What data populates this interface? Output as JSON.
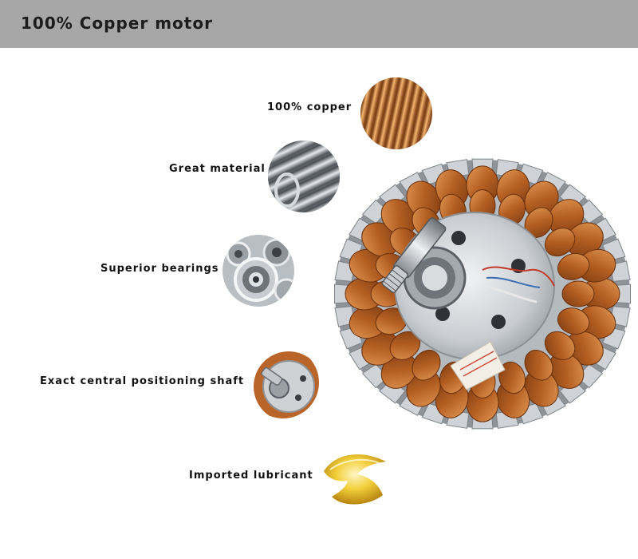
{
  "header": {
    "title": "100% Copper motor"
  },
  "features": [
    {
      "label": "100% copper",
      "icon": "copper-wire-icon"
    },
    {
      "label": "Great material",
      "icon": "steel-coil-icon"
    },
    {
      "label": "Superior bearings",
      "icon": "bearing-icon"
    },
    {
      "label": "Exact central positioning shaft",
      "icon": "motor-shaft-icon"
    },
    {
      "label": "Imported lubricant",
      "icon": "oil-splash-icon"
    }
  ],
  "colors": {
    "header_bg": "#a7a7a7",
    "copper": "#c0702a",
    "steel": "#9a9fa5",
    "oil": "#e8c22a"
  }
}
